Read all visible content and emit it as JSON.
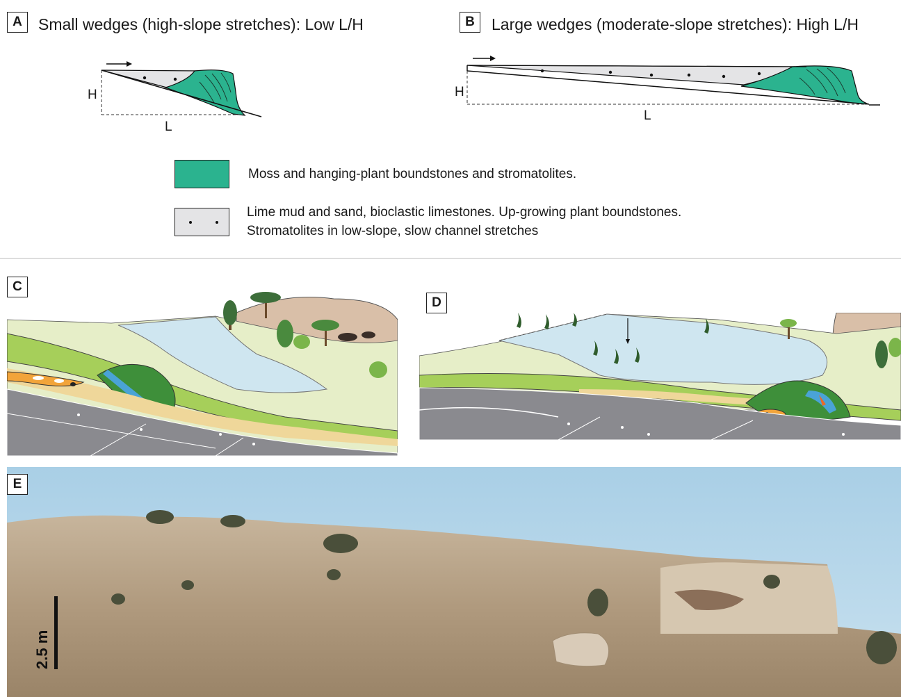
{
  "panels": {
    "a": {
      "letter": "A",
      "title": "Small wedges (high-slope stretches): Low L/H",
      "h_label": "H",
      "l_label": "L"
    },
    "b": {
      "letter": "B",
      "title": "Large wedges (moderate-slope stretches): High L/H",
      "h_label": "H",
      "l_label": "L"
    },
    "c": {
      "letter": "C"
    },
    "d": {
      "letter": "D"
    },
    "e": {
      "letter": "E",
      "scale_label": "2.5 m"
    }
  },
  "legend": {
    "items": [
      {
        "color": "#2bb38f",
        "text": [
          "Moss and hanging-plant boundstones and stromatolites."
        ]
      },
      {
        "color": "#e4e4e6",
        "text": [
          "Lime mud and sand, bioclastic limestones. Up-growing plant boundstones.",
          "Stromatolites in low-slope, slow channel stretches"
        ]
      }
    ]
  },
  "colors": {
    "boundstone": "#2bb38f",
    "lime_mud": "#e4e4e6",
    "bedrock": "#8a8a8f",
    "grass": "#a6cf5a",
    "meadow": "#e6eec8",
    "water": "#cfe6f0",
    "hill": "#d9bfa8",
    "sky": "#b4d5e8",
    "rock": "#b6a28a"
  }
}
